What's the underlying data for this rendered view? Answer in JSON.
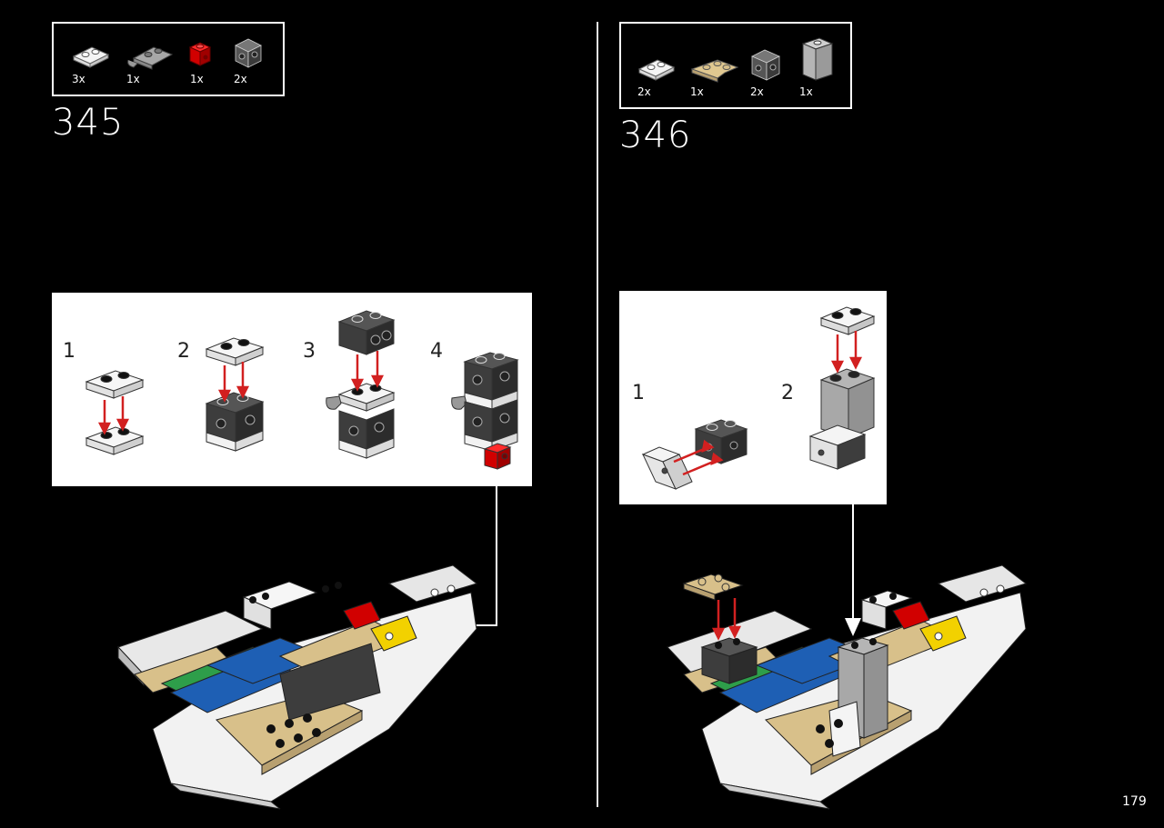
{
  "step345": {
    "number": "345",
    "parts": [
      {
        "name": "white-plate-1x2",
        "qty": "3x",
        "color": "#f2f2f2"
      },
      {
        "name": "gray-clip-plate",
        "qty": "1x",
        "color": "#a0a0a0"
      },
      {
        "name": "red-brick-1x1",
        "qty": "1x",
        "color": "#d10000"
      },
      {
        "name": "dark-gray-brick-studs",
        "qty": "2x",
        "color": "#555555"
      }
    ],
    "substeps": [
      "1",
      "2",
      "3",
      "4"
    ]
  },
  "step346": {
    "number": "346",
    "parts": [
      {
        "name": "white-plate-1x2",
        "qty": "2x",
        "color": "#f2f2f2"
      },
      {
        "name": "tan-corner-plate",
        "qty": "1x",
        "color": "#d8c08a"
      },
      {
        "name": "dark-gray-brick-studs",
        "qty": "2x",
        "color": "#555555"
      },
      {
        "name": "light-gray-panel",
        "qty": "1x",
        "color": "#b5b5b5"
      }
    ],
    "substeps": [
      "1",
      "2"
    ]
  },
  "page_number": "179",
  "colors": {
    "background": "#000000",
    "arrow": "#d22020",
    "white": "#f2f2f2",
    "dark_gray": "#4a4a4a",
    "light_gray": "#b0b0b0",
    "tan": "#d8c08a",
    "blue": "#1e5fb4",
    "green": "#2e9e4a",
    "yellow": "#f2d100",
    "red": "#d10000"
  }
}
